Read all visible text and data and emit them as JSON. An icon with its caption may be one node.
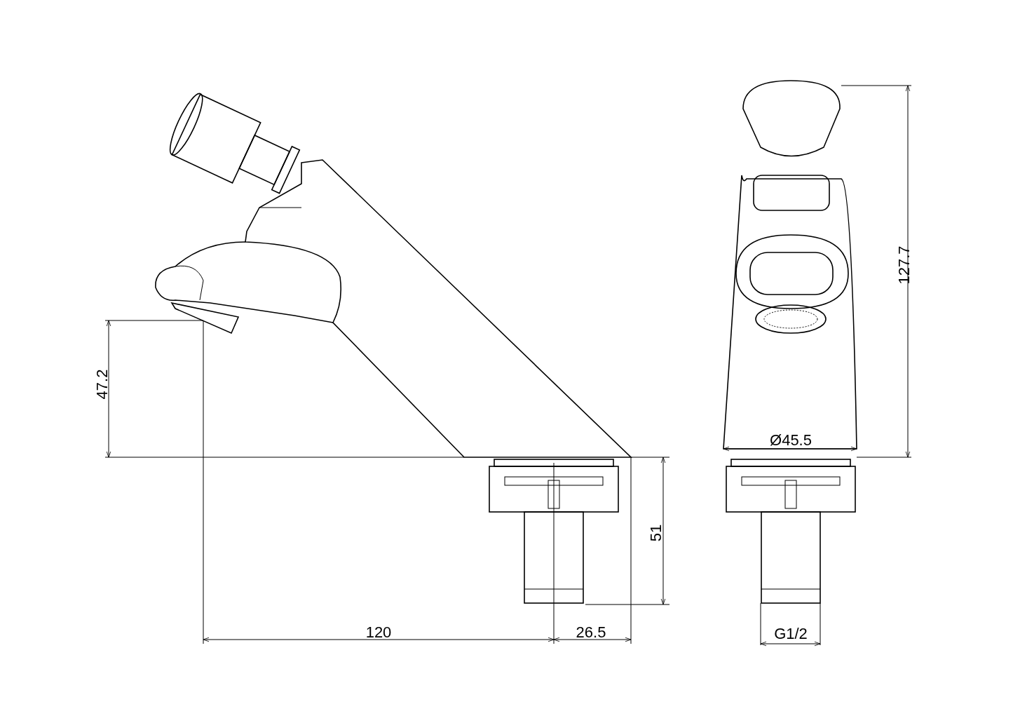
{
  "diagram": {
    "labels": [
      "127.7",
      "47.2",
      "Ø45.5",
      "51",
      "120",
      "26.5",
      "G1/2"
    ]
  }
}
